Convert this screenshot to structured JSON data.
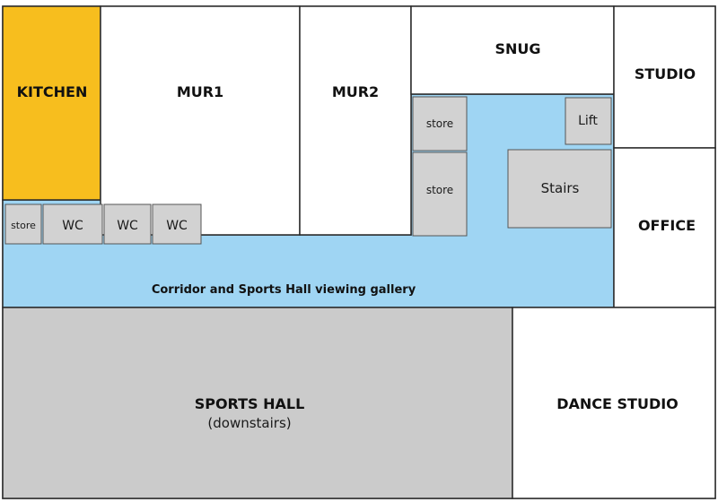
{
  "colors": {
    "kitchen": "#f7be1e",
    "corridor": "#9fd5f3",
    "store": "#d2d2d2",
    "sports_hall": "#cbcbcb",
    "room": "#ffffff",
    "outline": "#2b2b2b"
  },
  "rooms": {
    "kitchen": "KITCHEN",
    "mur1": "MUR1",
    "mur2": "MUR2",
    "snug": "SNUG",
    "studio": "STUDIO",
    "office": "OFFICE",
    "sports_hall": "SPORTS HALL",
    "sports_hall_sub": "(downstairs)",
    "dance_studio": "DANCE STUDIO"
  },
  "corridor": {
    "label": "Corridor and Sports Hall viewing gallery"
  },
  "small_rooms": {
    "store_left": "store",
    "wc_1": "WC",
    "wc_2": "WC",
    "wc_3": "WC",
    "store_upper": "store",
    "store_lower": "store",
    "lift": "Lift",
    "stairs": "Stairs"
  }
}
